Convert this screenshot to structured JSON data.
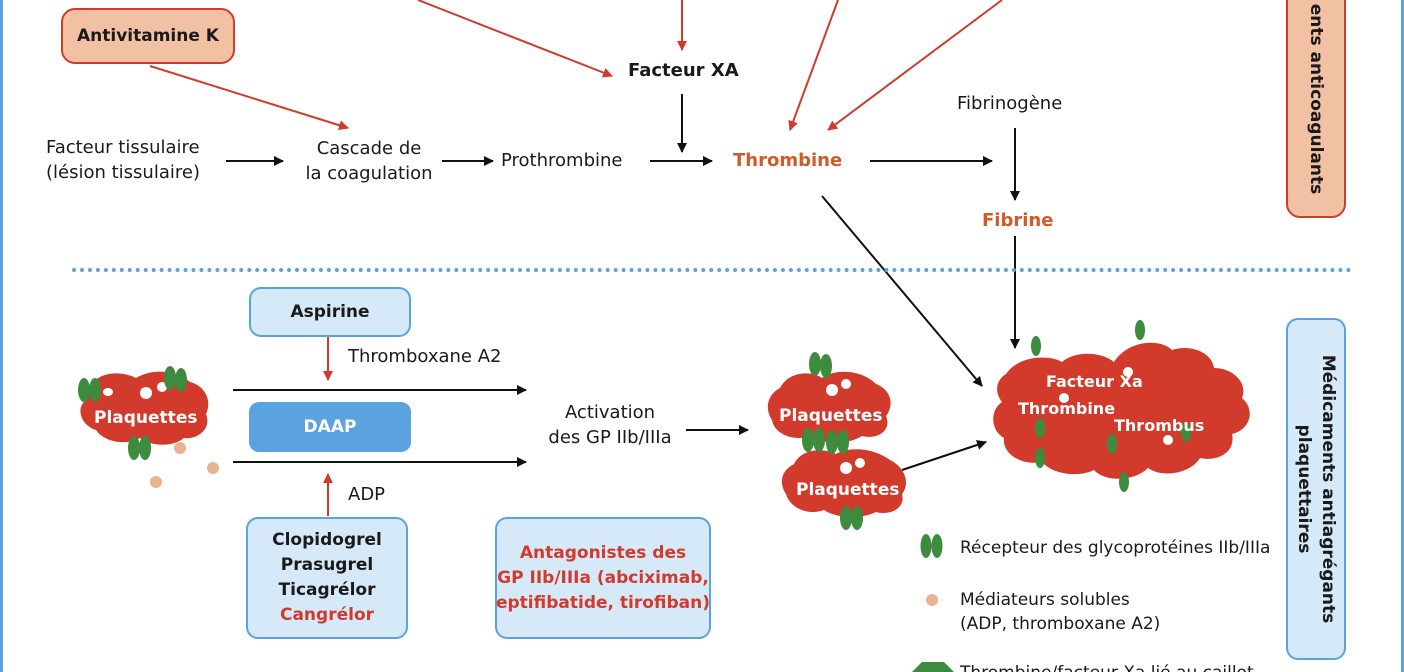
{
  "colors": {
    "accent_blue": "#5aa3df",
    "light_blue": "#d6e9f8",
    "red": "#d23a2c",
    "orange_text": "#cf5a2a",
    "orange_box": "#f2c1a4",
    "platelet_red": "#d23a2c",
    "receptor_green": "#3d8b3d",
    "mediator_dot": "#e8b48f"
  },
  "anticoag": {
    "antivitamine_k": "Antivitamine K",
    "facteur_xa": "Facteur XA",
    "facteur_tissulaire": [
      "Facteur tissulaire",
      "(lésion tissulaire)"
    ],
    "cascade": [
      "Cascade de",
      "la coagulation"
    ],
    "prothrombine": "Prothrombine",
    "thrombine": "Thrombine",
    "fibrinogene": "Fibrinogène",
    "fibrine": "Fibrine",
    "side_label": "ents anticoagulants"
  },
  "platelet": {
    "aspirine": "Aspirine",
    "thromboxane": "Thromboxane A2",
    "daap": "DAAP",
    "adp": "ADP",
    "activation": [
      "Activation",
      "des GP IIb/IIIa"
    ],
    "plaquettes": "Plaquettes",
    "thrombus_labels": {
      "facteur_xa": "Facteur Xa",
      "thrombine": "Thrombine",
      "thrombus": "Thrombus"
    },
    "p2y12_drugs": [
      "Clopidogrel",
      "Prasugrel",
      "Ticagrélor",
      "Cangrélor"
    ],
    "gp_antagonists": [
      "Antagonistes des",
      "GP IIb/IIIa (abciximab,",
      "eptifibatide, tirofiban)"
    ],
    "side_label": [
      "Médicaments antiagrégants",
      "plaquettaires"
    ]
  },
  "legend": {
    "receptor": "Récepteur des glycoprotéines IIb/IIIa",
    "mediators": [
      "Médiateurs solubles",
      "(ADP, thromboxane A2)"
    ],
    "bound": "Thrombine/facteur Xa lié au caillot"
  },
  "icons": {
    "receptor": "receptor-icon",
    "mediator": "mediator-dot-icon",
    "bound": "bound-factor-icon"
  }
}
